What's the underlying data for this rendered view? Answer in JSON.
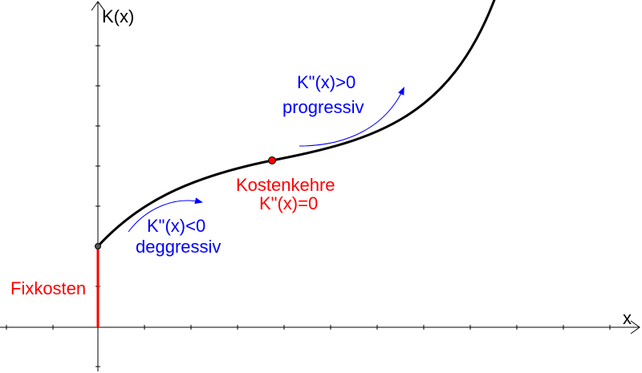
{
  "axes": {
    "y_label": "K(x)",
    "x_label": "x"
  },
  "labels": {
    "fixkosten": "Fixkosten",
    "kostenkehre_title": "Kostenkehre",
    "kostenkehre_condition": "K\"(x)=0",
    "degressive_condition": "K\"(x)<0",
    "degressive_name": "deggressiv",
    "progressive_condition": "K\"(x)>0",
    "progressive_name": "progressiv"
  },
  "colors": {
    "curve": "#000000",
    "axis": "#000000",
    "fixkosten": "#ff0000",
    "inflection_point": "#ff0000",
    "annotation_blue": "#0000ff",
    "annotation_red": "#ff0000"
  }
}
